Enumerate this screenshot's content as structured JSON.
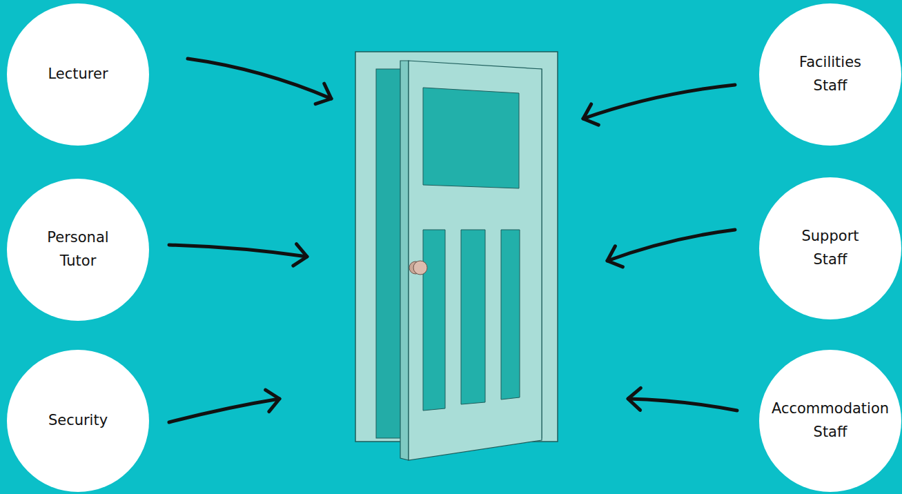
{
  "diagram": {
    "nodes": [
      {
        "text": [
          "Lecturer"
        ]
      },
      {
        "text": [
          "Facilities Staff"
        ]
      },
      {
        "text": [
          "Personal Tutor"
        ]
      },
      {
        "text": [
          "Support Staff"
        ]
      },
      {
        "text": [
          "Security"
        ]
      },
      {
        "text": [
          "Accommodation Staff"
        ]
      }
    ]
  }
}
